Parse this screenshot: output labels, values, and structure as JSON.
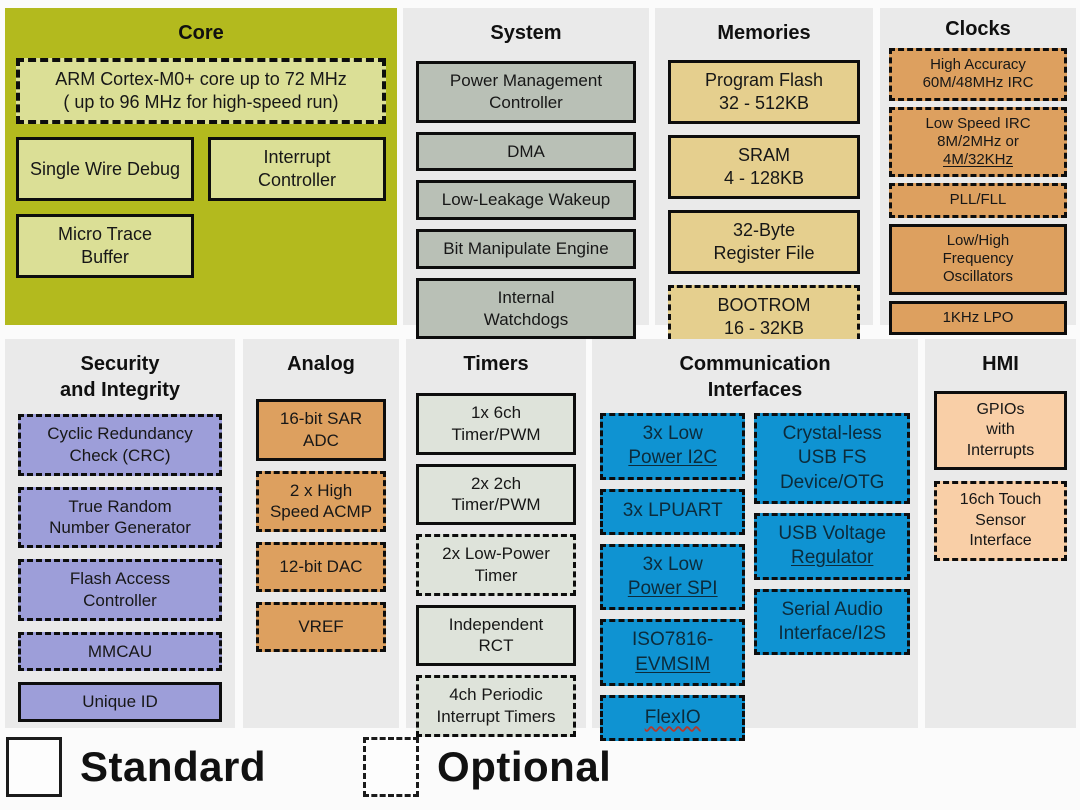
{
  "legend": {
    "standard_label": "Standard",
    "optional_label": "Optional"
  },
  "colors": {
    "page_bg": "#fbfbfb",
    "core_panel": "#b3ba1e",
    "gray_panel": "#eaeaea",
    "core_block": "#dbdf96",
    "system_block": "#b9c0b6",
    "memories_block": "#e5cf8e",
    "clocks_block": "#dda05f",
    "security_block": "#9d9ed9",
    "analog_block": "#dda05f",
    "timers_block": "#dee3da",
    "comm_block": "#0f93d2",
    "hmi_block": "#f9cfa7",
    "border": "#0d0d0d",
    "comm_text": "#0c2b3b"
  },
  "panels": [
    {
      "id": "core",
      "title_lines": [
        "Core"
      ],
      "panel_color": "#b3ba1e",
      "block_color": "#dbdf96",
      "blocks": [
        {
          "lines": [
            "ARM Cortex-M0+ core up to 72 MHz",
            "( up to 96 MHz for high-speed run)"
          ],
          "style": "optional",
          "wide": true
        },
        {
          "lines": [
            "Single Wire Debug"
          ],
          "style": "standard"
        },
        {
          "lines": [
            "Interrupt",
            "Controller"
          ],
          "style": "standard"
        },
        {
          "lines": [
            "Micro Trace",
            "Buffer"
          ],
          "style": "standard"
        }
      ]
    },
    {
      "id": "system",
      "title_lines": [
        "System"
      ],
      "panel_color": "#eaeaea",
      "block_color": "#b9c0b6",
      "blocks": [
        {
          "lines": [
            "Power Management",
            "Controller"
          ],
          "style": "standard"
        },
        {
          "lines": [
            "DMA"
          ],
          "style": "standard"
        },
        {
          "lines": [
            "Low-Leakage Wakeup"
          ],
          "style": "standard"
        },
        {
          "lines": [
            "Bit Manipulate Engine"
          ],
          "style": "standard"
        },
        {
          "lines": [
            "Internal",
            "Watchdogs"
          ],
          "style": "standard"
        }
      ]
    },
    {
      "id": "memories",
      "title_lines": [
        "Memories"
      ],
      "panel_color": "#eaeaea",
      "block_color": "#e5cf8e",
      "blocks": [
        {
          "lines": [
            "Program Flash",
            "32 - 512KB"
          ],
          "style": "standard"
        },
        {
          "lines": [
            "SRAM",
            "4 - 128KB"
          ],
          "style": "standard"
        },
        {
          "lines": [
            "32-Byte",
            "Register File"
          ],
          "style": "standard"
        },
        {
          "lines": [
            "BOOTROM",
            "16 - 32KB"
          ],
          "style": "optional"
        }
      ]
    },
    {
      "id": "clocks",
      "title_lines": [
        "Clocks"
      ],
      "panel_color": "#eaeaea",
      "block_color": "#dda05f",
      "blocks": [
        {
          "lines": [
            "High Accuracy",
            "60M/48MHz IRC"
          ],
          "style": "optional"
        },
        {
          "lines": [
            "Low Speed IRC",
            "8M/2MHz or",
            "4M/32KHz"
          ],
          "style": "optional",
          "underline": [
            2
          ]
        },
        {
          "lines": [
            "PLL/FLL"
          ],
          "style": "optional"
        },
        {
          "lines": [
            "Low/High",
            "Frequency",
            "Oscillators"
          ],
          "style": "standard"
        },
        {
          "lines": [
            "1KHz LPO"
          ],
          "style": "standard"
        }
      ]
    },
    {
      "id": "security",
      "title_lines": [
        "Security",
        "and Integrity"
      ],
      "panel_color": "#eaeaea",
      "block_color": "#9d9ed9",
      "blocks": [
        {
          "lines": [
            "Cyclic Redundancy",
            "Check (CRC)"
          ],
          "style": "optional"
        },
        {
          "lines": [
            "True Random",
            "Number Generator"
          ],
          "style": "optional"
        },
        {
          "lines": [
            "Flash Access",
            "Controller"
          ],
          "style": "optional"
        },
        {
          "lines": [
            "MMCAU"
          ],
          "style": "optional"
        },
        {
          "lines": [
            "Unique ID"
          ],
          "style": "standard"
        }
      ]
    },
    {
      "id": "analog",
      "title_lines": [
        "Analog"
      ],
      "panel_color": "#eaeaea",
      "block_color": "#dda05f",
      "blocks": [
        {
          "lines": [
            "16-bit SAR",
            "ADC"
          ],
          "style": "standard"
        },
        {
          "lines": [
            "2 x High",
            "Speed ACMP"
          ],
          "style": "optional"
        },
        {
          "lines": [
            "12-bit DAC"
          ],
          "style": "optional"
        },
        {
          "lines": [
            "VREF"
          ],
          "style": "optional"
        }
      ]
    },
    {
      "id": "timers",
      "title_lines": [
        "Timers"
      ],
      "panel_color": "#eaeaea",
      "block_color": "#dee3da",
      "blocks": [
        {
          "lines": [
            "1x 6ch",
            "Timer/PWM"
          ],
          "style": "standard"
        },
        {
          "lines": [
            "2x 2ch",
            "Timer/PWM"
          ],
          "style": "standard"
        },
        {
          "lines": [
            "2x Low-Power",
            "Timer"
          ],
          "style": "optional"
        },
        {
          "lines": [
            "Independent",
            "RCT"
          ],
          "style": "standard"
        },
        {
          "lines": [
            "4ch Periodic",
            "Interrupt Timers"
          ],
          "style": "optional"
        }
      ]
    },
    {
      "id": "comm",
      "title_lines": [
        "Communication",
        "Interfaces"
      ],
      "panel_color": "#eaeaea",
      "block_color": "#0f93d2",
      "blocks": [
        {
          "lines": [
            "3x Low",
            "Power I2C"
          ],
          "style": "optional",
          "underline": [
            1
          ],
          "column": 0
        },
        {
          "lines": [
            "3x LPUART"
          ],
          "style": "optional",
          "column": 0
        },
        {
          "lines": [
            "3x Low",
            "Power SPI"
          ],
          "style": "optional",
          "underline": [
            1
          ],
          "column": 0
        },
        {
          "lines": [
            "ISO7816-",
            "EVMSIM"
          ],
          "style": "optional",
          "underline": [
            1
          ],
          "column": 0
        },
        {
          "lines": [
            "FlexIO"
          ],
          "style": "optional",
          "underline": [
            0
          ],
          "wavy": true,
          "column": 0
        },
        {
          "lines": [
            "Crystal-less",
            "USB FS",
            "Device/OTG"
          ],
          "style": "optional",
          "column": 1
        },
        {
          "lines": [
            "USB Voltage",
            "Regulator"
          ],
          "style": "optional",
          "underline": [
            1
          ],
          "column": 1
        },
        {
          "lines": [
            "Serial Audio",
            "Interface/I2S"
          ],
          "style": "optional",
          "column": 1
        }
      ]
    },
    {
      "id": "hmi",
      "title_lines": [
        "HMI"
      ],
      "panel_color": "#eaeaea",
      "block_color": "#f9cfa7",
      "blocks": [
        {
          "lines": [
            "GPIOs",
            "with",
            "Interrupts"
          ],
          "style": "standard"
        },
        {
          "lines": [
            "16ch Touch",
            "Sensor",
            "Interface"
          ],
          "style": "optional"
        }
      ]
    }
  ]
}
